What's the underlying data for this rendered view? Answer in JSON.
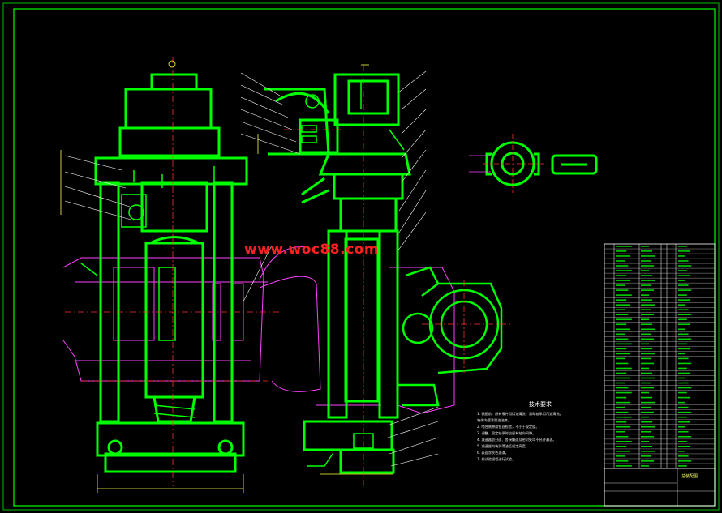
{
  "watermark": "www.woc88.com",
  "notes": {
    "title": "技术要求",
    "lines": [
      "1. 装配前，所有零件用煤油清洗，滚动轴承用汽油清洗。",
      "   箱体内壁涂耐油油漆。",
      "2. 啮合侧隙用铅丝检验，不小于规定值。",
      "3. 调整、固定轴承时应留有轴向间隙。",
      "4. 减速器剖分面、各接触面及密封处均不允许漏油。",
      "5. 减速器内装润滑油至规定高度。",
      "6. 表面涂灰色油漆。",
      "7. 按试验规程进行试验。"
    ]
  },
  "title_block": {
    "name": "总装配图"
  },
  "colors": {
    "part": "#00ff00",
    "cut": "#ff40ff",
    "center": "#ff3030",
    "dim": "#ffff40",
    "frame": "#00ff00",
    "leader": "#ffffff"
  }
}
